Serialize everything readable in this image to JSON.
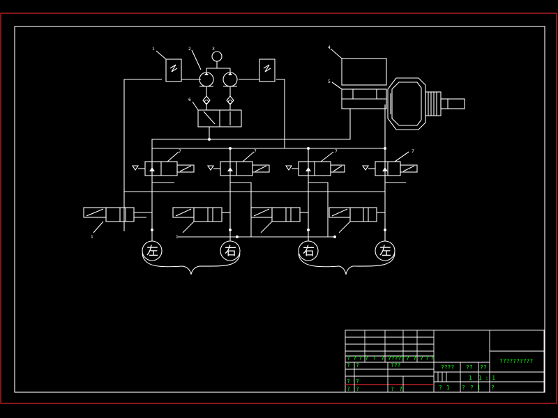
{
  "colors": {
    "background": "#000000",
    "frame": "#e0262a",
    "lines": "#ffffff",
    "text": "#00ff00"
  },
  "labels": {
    "filter_left": "1",
    "pump_left": "2",
    "motor": "3",
    "tank": "4",
    "cylinder": "5",
    "main_valve": "6",
    "relief_1": "7",
    "relief_2": "7",
    "relief_3": "7",
    "relief_4": "7",
    "solenoid_1": "1",
    "solenoid_2": "1"
  },
  "wheels": [
    "左",
    "右",
    "右",
    "左"
  ],
  "title_block": {
    "drawing_title": "??????????",
    "row1": [
      "?",
      "?",
      "?",
      "?",
      "?",
      "?",
      "?????",
      "?",
      "?",
      "?",
      "?",
      "?"
    ],
    "row2": [
      "?",
      "?",
      "???"
    ],
    "row3": [
      "?",
      "?"
    ],
    "row4": [
      "?",
      "?",
      "?",
      "?"
    ],
    "scale_label": "????",
    "qty_label": "??",
    "weight_label": "??",
    "scale_value": "1",
    "ratio": "1 : 1",
    "sheet_a": "?",
    "sheet_b": "1",
    "sheet_c": "?",
    "sheet_d": "?",
    "sheet_e": "1",
    "company": "?"
  }
}
